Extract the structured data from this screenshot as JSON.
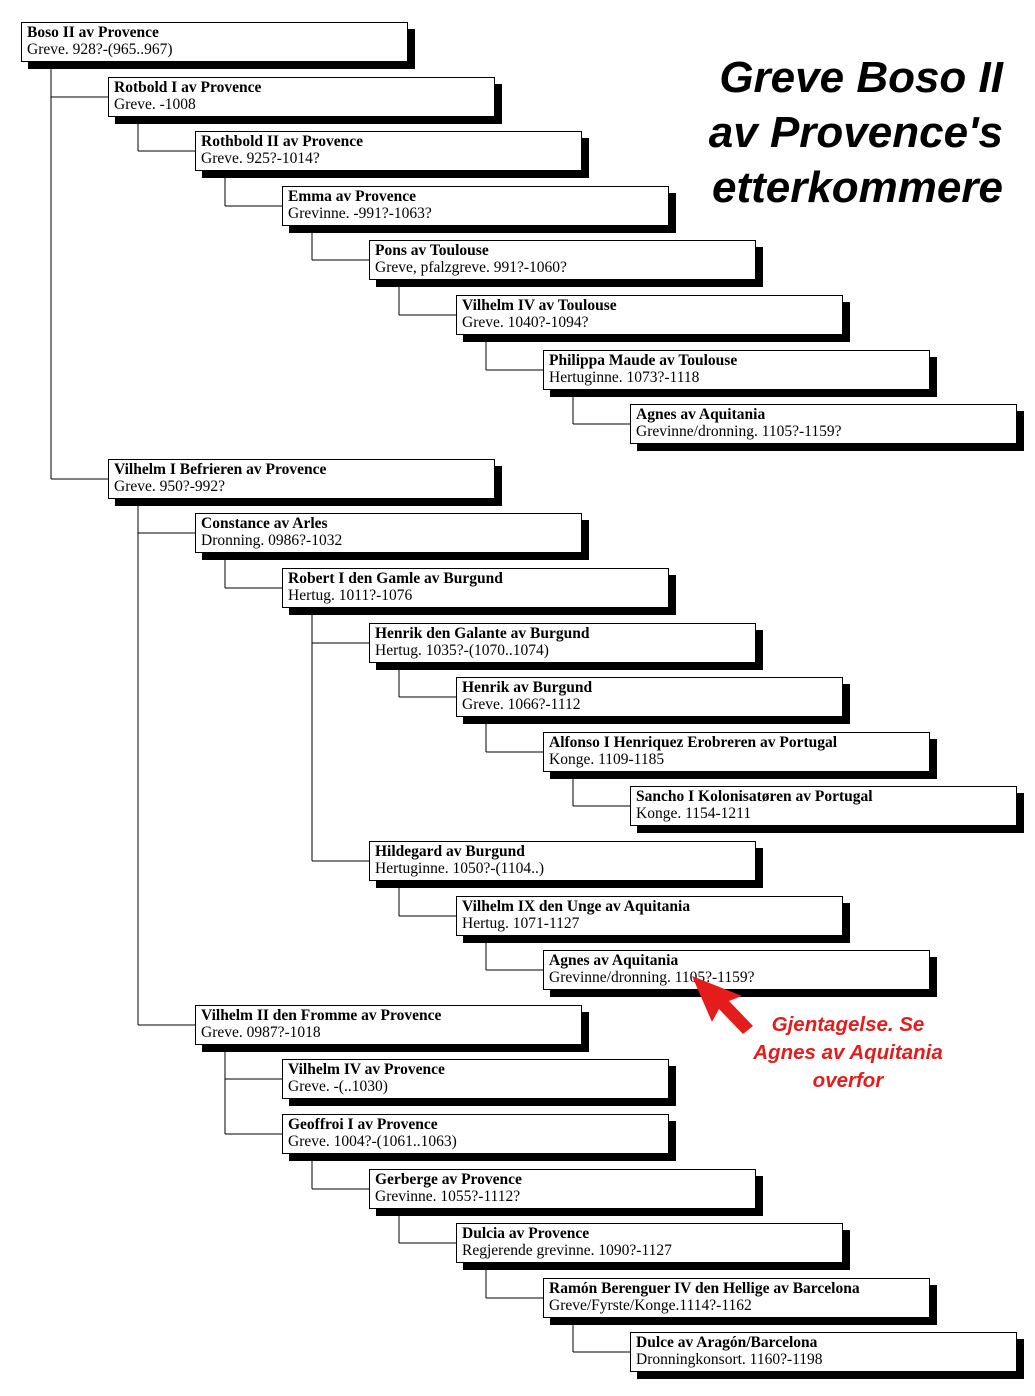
{
  "title": {
    "line1": "Greve Boso II",
    "line2": "av Provence's",
    "line3": "etterkommere"
  },
  "note": {
    "line1": "Gjentagelse. Se",
    "line2": "Agnes av Aquitania",
    "line3": "overfor",
    "color": "#e41c1c"
  },
  "nodes": [
    {
      "name": "Boso II av Provence",
      "dates": "Greve. 928?-(965..967)",
      "depth": 0,
      "parent": -1
    },
    {
      "name": "Rotbold I av Provence",
      "dates": "Greve. -1008",
      "depth": 1,
      "parent": 0
    },
    {
      "name": "Rothbold II av Provence",
      "dates": "Greve. 925?-1014?",
      "depth": 2,
      "parent": 1
    },
    {
      "name": "Emma av Provence",
      "dates": "Grevinne. -991?-1063?",
      "depth": 3,
      "parent": 2
    },
    {
      "name": "Pons av Toulouse",
      "dates": "Greve, pfalzgreve. 991?-1060?",
      "depth": 4,
      "parent": 3
    },
    {
      "name": "Vilhelm IV av Toulouse",
      "dates": "Greve. 1040?-1094?",
      "depth": 5,
      "parent": 4
    },
    {
      "name": "Philippa Maude av Toulouse",
      "dates": "Hertuginne. 1073?-1118",
      "depth": 6,
      "parent": 5
    },
    {
      "name": "Agnes av Aquitania",
      "dates": "Grevinne/dronning. 1105?-1159?",
      "depth": 7,
      "parent": 6
    },
    {
      "name": "Vilhelm I Befrieren av Provence",
      "dates": "Greve.  950?-992?",
      "depth": 1,
      "parent": 0
    },
    {
      "name": "Constance av Arles",
      "dates": "Dronning.  0986?-1032",
      "depth": 2,
      "parent": 8
    },
    {
      "name": "Robert I den Gamle av Burgund",
      "dates": "Hertug.  1011?-1076",
      "depth": 3,
      "parent": 9
    },
    {
      "name": "Henrik den Galante av Burgund",
      "dates": "Hertug.  1035?-(1070..1074)",
      "depth": 4,
      "parent": 10
    },
    {
      "name": "Henrik av Burgund",
      "dates": "Greve. 1066?-1112",
      "depth": 5,
      "parent": 11
    },
    {
      "name": "Alfonso I Henriquez Erobreren av Portugal",
      "dates": "Konge. 1109-1185",
      "depth": 6,
      "parent": 12
    },
    {
      "name": "Sancho I Kolonisatøren av Portugal",
      "dates": "Konge.  1154-1211",
      "depth": 7,
      "parent": 13
    },
    {
      "name": "Hildegard av Burgund",
      "dates": "Hertuginne.  1050?-(1104..)",
      "depth": 4,
      "parent": 10
    },
    {
      "name": "Vilhelm IX den Unge av Aquitania",
      "dates": "Hertug.  1071-1127",
      "depth": 5,
      "parent": 15
    },
    {
      "name": "Agnes av Aquitania",
      "dates": "Grevinne/dronning.  1105?-1159?",
      "depth": 6,
      "parent": 16
    },
    {
      "name": "Vilhelm II den Fromme av Provence",
      "dates": "Greve.  0987?-1018",
      "depth": 2,
      "parent": 8
    },
    {
      "name": "Vilhelm IV av Provence",
      "dates": "Greve.  -(..1030)",
      "depth": 3,
      "parent": 18
    },
    {
      "name": "Geoffroi I av Provence",
      "dates": "Greve.  1004?-(1061..1063)",
      "depth": 3,
      "parent": 18
    },
    {
      "name": "Gerberge av  Provence",
      "dates": "Grevinne.  1055?-1112?",
      "depth": 4,
      "parent": 20
    },
    {
      "name": "Dulcia av Provence",
      "dates": "Regjerende grevinne.  1090?-1127",
      "depth": 5,
      "parent": 21
    },
    {
      "name": "Ramón Berenguer IV den Hellige av Barcelona",
      "dates": "Greve/Fyrste/Konge.1114?-1162",
      "depth": 6,
      "parent": 22
    },
    {
      "name": "Dulce av Aragón/Barcelona",
      "dates": "Dronningkonsort.  1160?-1198",
      "depth": 7,
      "parent": 23
    }
  ]
}
